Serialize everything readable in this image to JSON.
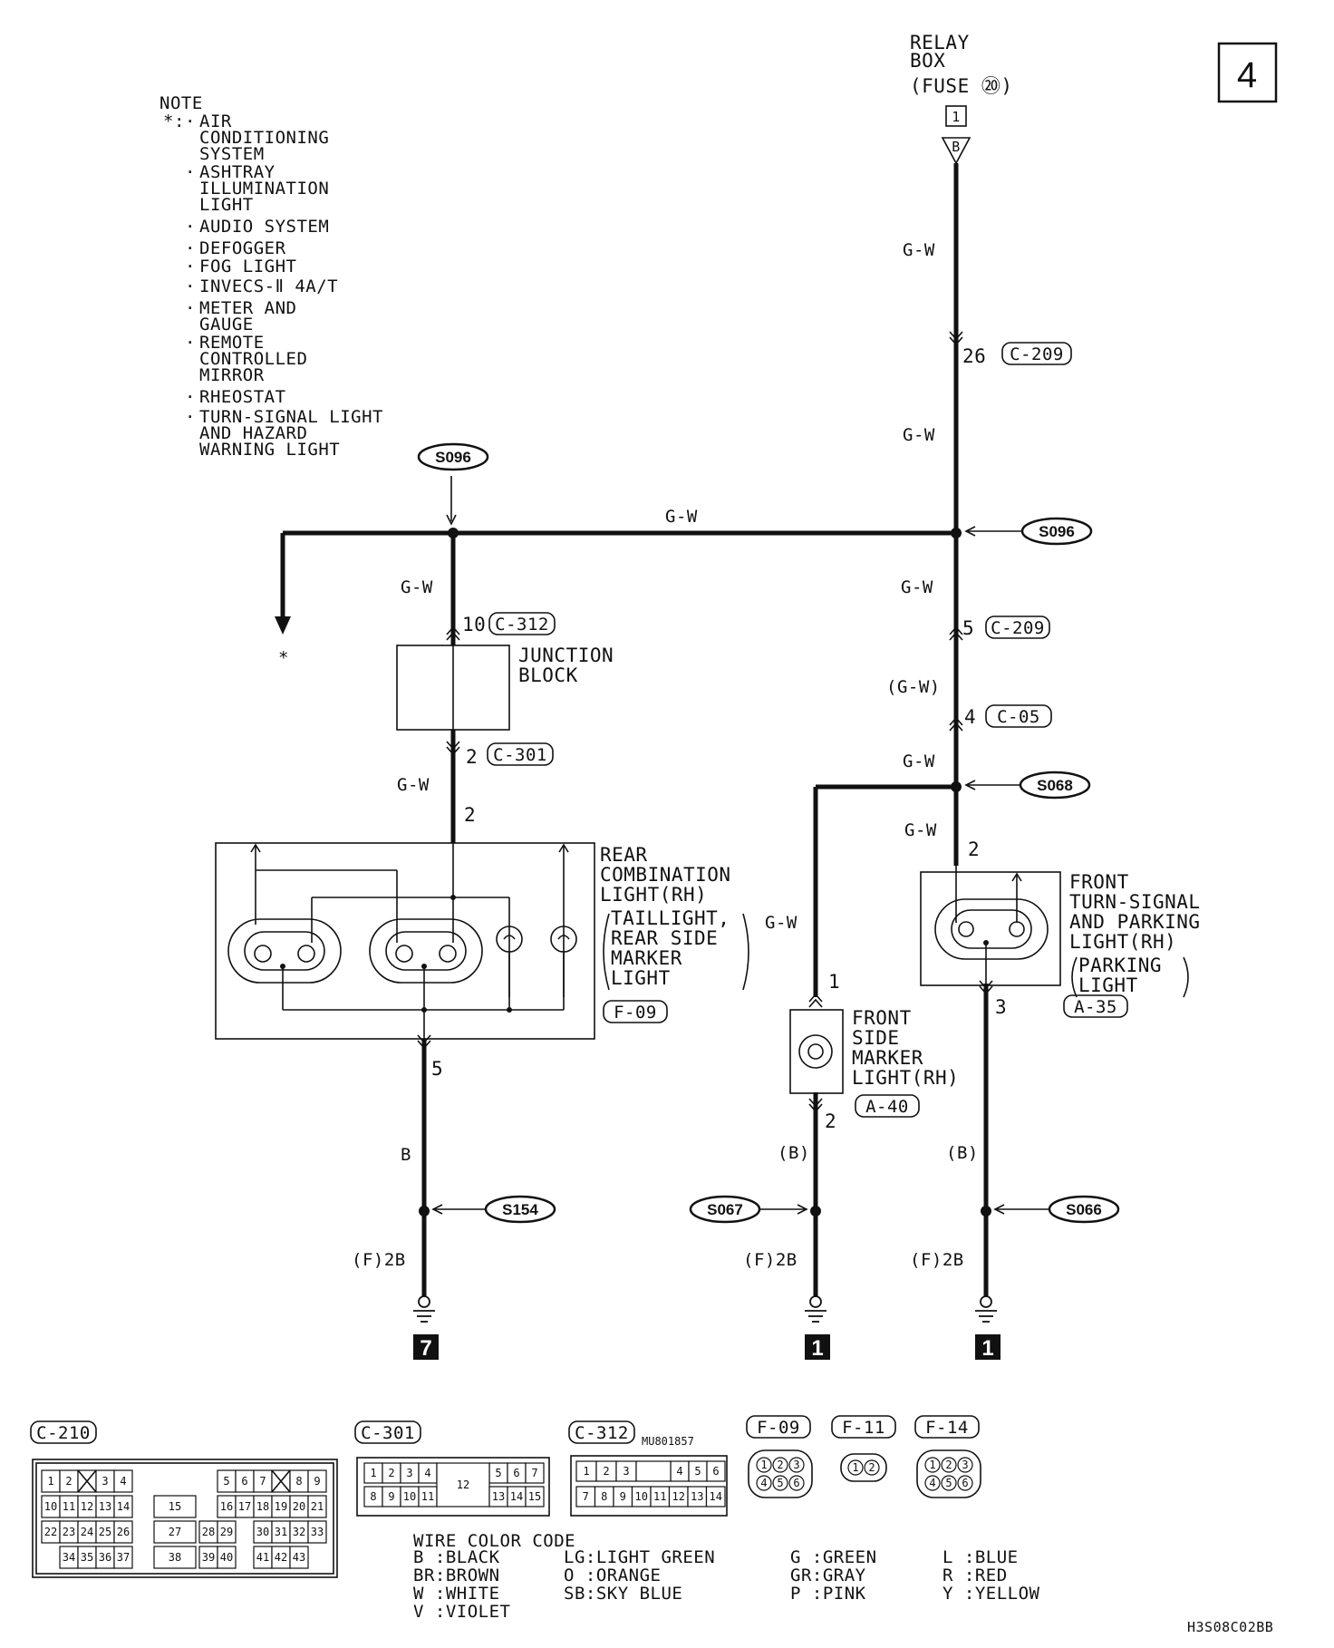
{
  "page_number": "4",
  "relay": {
    "l1": "RELAY",
    "l2": "BOX",
    "l3": "(FUSE ⑳)",
    "pin": "1",
    "conn": "B"
  },
  "note": {
    "title": "NOTE",
    "star": "*:",
    "lines": [
      "AIR",
      "CONDITIONING",
      "SYSTEM",
      "ASHTRAY",
      "ILLUMINATION",
      "LIGHT",
      "AUDIO SYSTEM",
      "DEFOGGER",
      "FOG LIGHT",
      "INVECS-Ⅱ 4A/T",
      "METER AND",
      "GAUGE",
      "REMOTE",
      "CONTROLLED",
      "MIRROR",
      "RHEOSTAT",
      "TURN-SIGNAL LIGHT",
      "AND HAZARD",
      "WARNING LIGHT"
    ]
  },
  "wires": {
    "gw": "G-W",
    "gw_paren": "(G-W)",
    "b": "B",
    "b_paren": "(B)"
  },
  "pins": {
    "p26": "26",
    "p10": "10",
    "p2a": "2",
    "p2b": "2",
    "p5a": "5",
    "p5b": "5",
    "p4": "4",
    "p2c": "2",
    "p1": "1",
    "p2d": "2",
    "p3": "3"
  },
  "connectors": {
    "c209a": "C-209",
    "c209b": "C-209",
    "c312": "C-312",
    "c301": "C-301",
    "c05": "C-05",
    "f09": "F-09",
    "a40": "A-40",
    "a35": "A-35"
  },
  "splices": {
    "s096a": "S096",
    "s096b": "S096",
    "s068": "S068",
    "s154": "S154",
    "s067": "S067",
    "s066": "S066"
  },
  "grounds": {
    "g1": "7",
    "g2": "1",
    "g3": "1",
    "label": "(F)2B"
  },
  "star_mark": "*",
  "components": {
    "junction": [
      "JUNCTION",
      "BLOCK"
    ],
    "rear": [
      "REAR",
      "COMBINATION",
      "LIGHT(RH)",
      "TAILLIGHT,",
      "REAR SIDE",
      "MARKER",
      "LIGHT"
    ],
    "front_side": [
      "FRONT",
      "SIDE",
      "MARKER",
      "LIGHT(RH)"
    ],
    "front_turn": [
      "FRONT",
      "TURN-SIGNAL",
      "AND PARKING",
      "LIGHT(RH)",
      "PARKING",
      "LIGHT"
    ]
  },
  "connector_views": {
    "c210": "C-210",
    "c301": "C-301",
    "c312": "C-312",
    "c312_part": "MU801857",
    "f09": "F-09",
    "f11": "F-11",
    "f14": "F-14",
    "c210_cells": [
      "1",
      "2",
      "3",
      "4",
      "5",
      "6",
      "7",
      "8",
      "9",
      "10",
      "11",
      "12",
      "13",
      "14",
      "15",
      "16",
      "17",
      "18",
      "19",
      "20",
      "21",
      "22",
      "23",
      "24",
      "25",
      "26",
      "27",
      "28",
      "29",
      "30",
      "31",
      "32",
      "33",
      "34",
      "35",
      "36",
      "37",
      "38",
      "39",
      "40",
      "41",
      "42",
      "43"
    ],
    "c301_cells": [
      "1",
      "2",
      "3",
      "4",
      "5",
      "6",
      "7",
      "8",
      "9",
      "10",
      "11",
      "12",
      "13",
      "14",
      "15"
    ],
    "c312_cells": [
      "1",
      "2",
      "3",
      "4",
      "5",
      "6",
      "7",
      "8",
      "9",
      "10",
      "11",
      "12",
      "13",
      "14"
    ],
    "f09_cells": [
      "1",
      "2",
      "3",
      "4",
      "5",
      "6"
    ],
    "f11_cells": [
      "1",
      "2"
    ],
    "f14_cells": [
      "1",
      "2",
      "3",
      "4",
      "5",
      "6"
    ]
  },
  "color_code": {
    "title": "WIRE COLOR CODE",
    "items": [
      "B :BLACK",
      "BR:BROWN",
      "W :WHITE",
      "V :VIOLET",
      "LG:LIGHT GREEN",
      "O :ORANGE",
      "SB:SKY BLUE",
      "G :GREEN",
      "GR:GRAY",
      "P :PINK",
      "L :BLUE",
      "R :RED",
      "Y :YELLOW"
    ]
  },
  "doc_code": "H3S08C02BB"
}
